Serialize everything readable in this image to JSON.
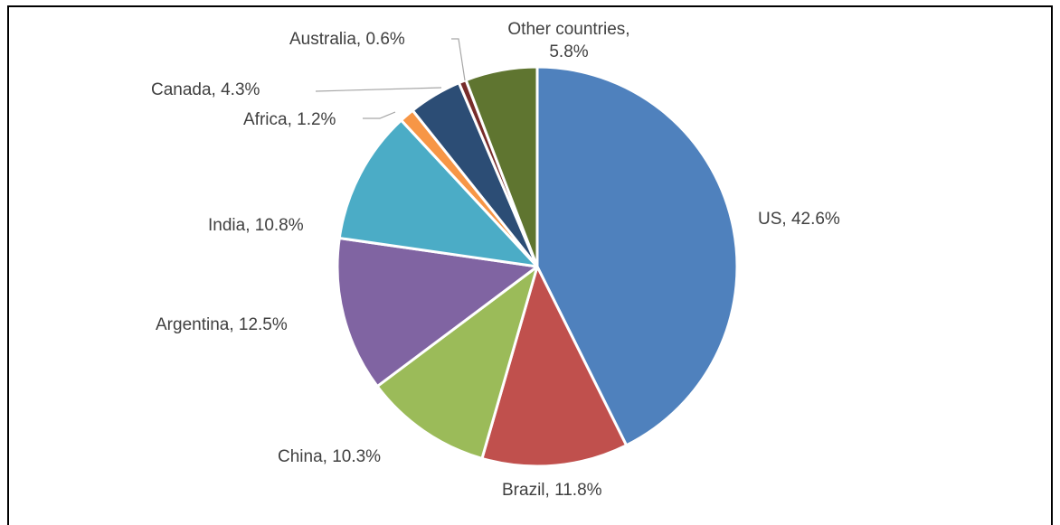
{
  "chart_data": {
    "type": "pie",
    "title": "",
    "slices": [
      {
        "name": "US",
        "value": 42.6,
        "label": "US, 42.6%",
        "color": "#4F81BD"
      },
      {
        "name": "Brazil",
        "value": 11.8,
        "label": "Brazil, 11.8%",
        "color": "#C0504D"
      },
      {
        "name": "China",
        "value": 10.3,
        "label": "China, 10.3%",
        "color": "#9BBB59"
      },
      {
        "name": "Argentina",
        "value": 12.5,
        "label": "Argentina, 12.5%",
        "color": "#8064A2"
      },
      {
        "name": "India",
        "value": 10.8,
        "label": "India, 10.8%",
        "color": "#4BACC6"
      },
      {
        "name": "Africa",
        "value": 1.2,
        "label": "Africa, 1.2%",
        "color": "#F79646"
      },
      {
        "name": "Canada",
        "value": 4.3,
        "label": "Canada, 4.3%",
        "color": "#2C4D75"
      },
      {
        "name": "Australia",
        "value": 0.6,
        "label": "Australia, 0.6%",
        "color": "#772C2A"
      },
      {
        "name": "Other countries",
        "value": 5.8,
        "label": "Other countries, 5.8%",
        "label_lines": [
          "Other countries,",
          "5.8%"
        ],
        "color": "#5F7530"
      }
    ]
  }
}
